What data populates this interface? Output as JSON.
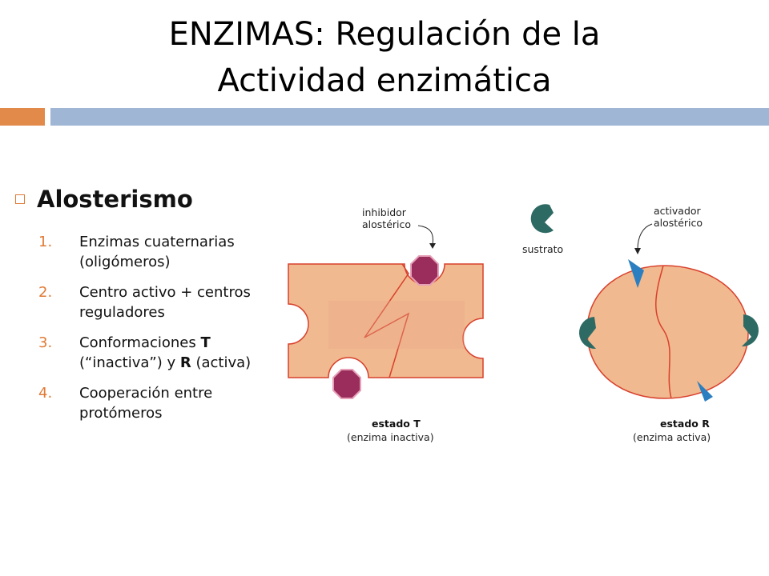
{
  "title": {
    "line1": "ENZIMAS: Regulación de la",
    "line2": "Actividad enzimática"
  },
  "section": {
    "heading": "Alosterismo",
    "items": [
      {
        "num": "1.",
        "parts": [
          "Enzimas cuaternarias (oligómeros)"
        ]
      },
      {
        "num": "2.",
        "parts": [
          "Centro activo + centros reguladores"
        ]
      },
      {
        "num": "3.",
        "pre": "Conformaciones ",
        "t": "T",
        "mid": " (“inactiva”) y ",
        "r": "R",
        "post": " (activa)"
      },
      {
        "num": "4.",
        "parts": [
          "Cooperación entre protómeros"
        ]
      }
    ]
  },
  "figure": {
    "inhibitor_label_1": "inhibidor",
    "inhibitor_label_2": "alostérico",
    "substrate_label": "sustrato",
    "activator_label_1": "activador",
    "activator_label_2": "alostérico",
    "state_t_title": "estado T",
    "state_t_sub": "(enzima inactiva)",
    "state_r_title": "estado R",
    "state_r_sub": "(enzima activa)",
    "colors": {
      "enzyme_fill": "#f1b98f",
      "enzyme_stroke": "#d8402d",
      "inhibitor": "#9a2d5c",
      "substrate": "#2e6a64",
      "activator": "#2b7fc0"
    }
  }
}
